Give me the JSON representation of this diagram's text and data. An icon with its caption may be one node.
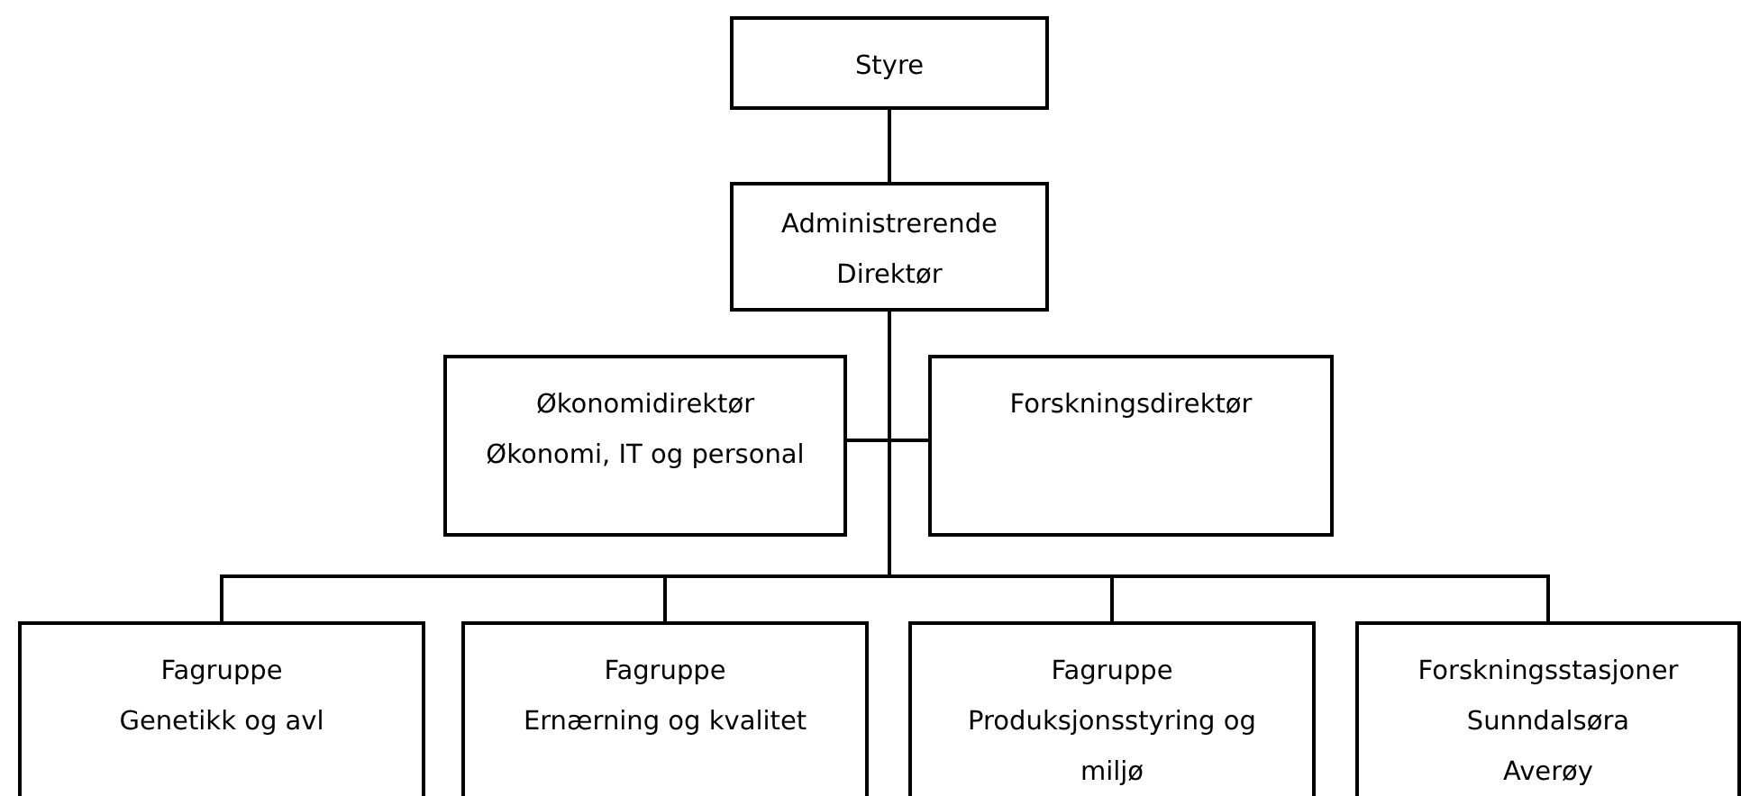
{
  "diagram": {
    "nodes": [
      {
        "text": [
          "Styre"
        ]
      },
      {
        "text": [
          "Administrerende Direktør"
        ]
      },
      {
        "text": [
          "Økonomidirektør",
          "Økonomi, IT og personal"
        ]
      },
      {
        "text": [
          "Forskningsdirektør"
        ]
      },
      {
        "text": [
          "Fagruppe",
          "Genetikk og avl"
        ]
      },
      {
        "text": [
          "Fagruppe",
          "Ernærning og kvalitet"
        ]
      },
      {
        "text": [
          "Fagruppe",
          "Produksjonsstyring og miljø"
        ]
      },
      {
        "text": [
          "Forskningsstasjoner",
          "Sunndalsøra",
          "Averøy"
        ]
      }
    ],
    "edges": [
      {
        "from": 0,
        "to": 1,
        "arrow": "none"
      },
      {
        "from": 1,
        "to": 2,
        "arrow": "none"
      },
      {
        "from": 1,
        "to": 3,
        "arrow": "none"
      },
      {
        "from": 1,
        "to": 4,
        "arrow": "none"
      },
      {
        "from": 1,
        "to": 5,
        "arrow": "none"
      },
      {
        "from": 1,
        "to": 6,
        "arrow": "none"
      },
      {
        "from": 1,
        "to": 7,
        "arrow": "none"
      }
    ]
  }
}
